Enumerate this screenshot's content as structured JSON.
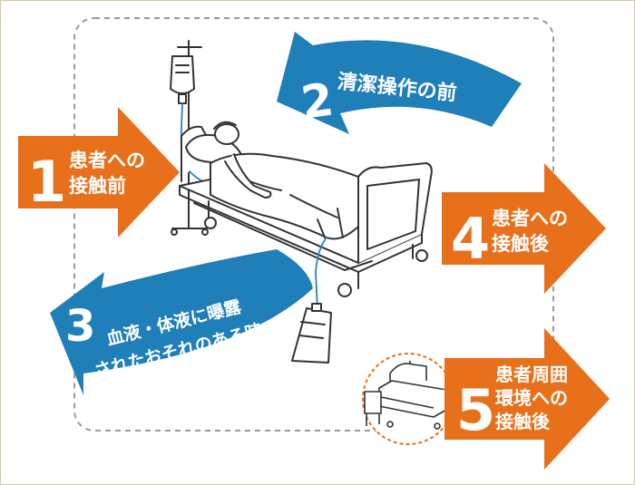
{
  "colors": {
    "orange": "#E8701A",
    "blue": "#1F7FB8",
    "frame": "#d9c9a0",
    "dashed": "#9a9a9a",
    "circle": "#E8701A",
    "line": "#333333",
    "tube": "#2a7fc0"
  },
  "steps": [
    {
      "number": "1",
      "lines": [
        "患者への",
        "接触前"
      ]
    },
    {
      "number": "2",
      "lines": [
        "清潔操作の前"
      ]
    },
    {
      "number": "3",
      "lines": [
        "血液・体液に曝露",
        "されたおそれのある時"
      ]
    },
    {
      "number": "4",
      "lines": [
        "患者への",
        "接触後"
      ]
    },
    {
      "number": "5",
      "lines": [
        "患者周囲",
        "環境への",
        "接触後"
      ]
    }
  ],
  "icons": {
    "main": "hospital-bed-patient-iv-illustration",
    "small": "empty-hospital-bed-icon"
  }
}
